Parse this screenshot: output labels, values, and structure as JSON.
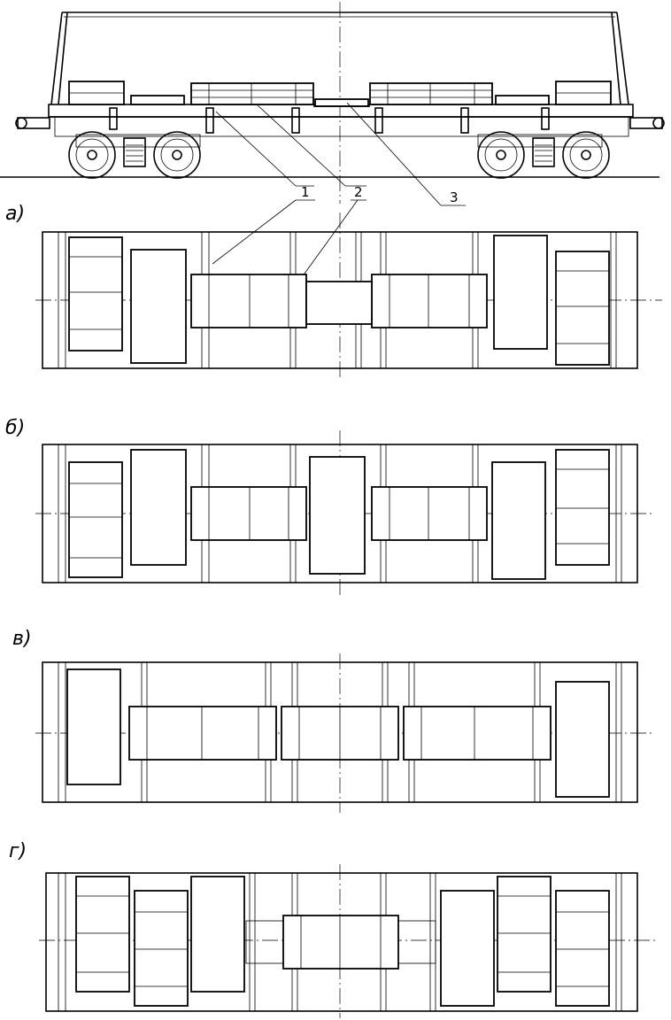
{
  "callouts": [
    "1",
    "2",
    "3"
  ],
  "panels": [
    {
      "label": "а)"
    },
    {
      "label": "б)"
    },
    {
      "label": "в)"
    },
    {
      "label": "г)"
    }
  ],
  "colors": {
    "line": "#000000",
    "background": "#ffffff"
  }
}
